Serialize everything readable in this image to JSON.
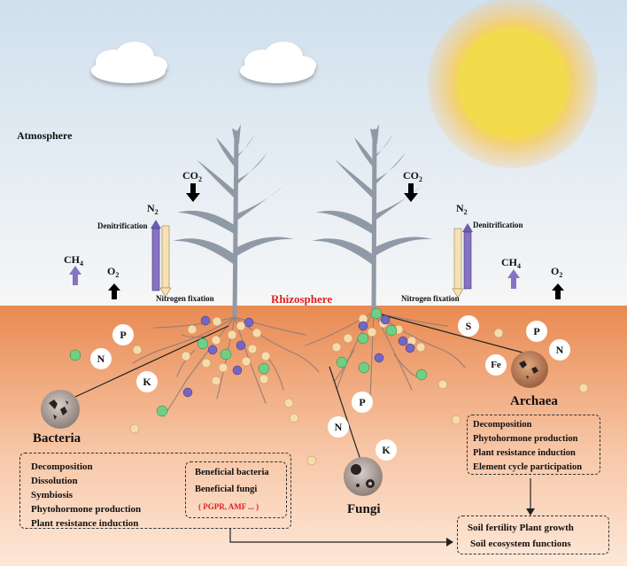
{
  "atmosphere_label": "Atmosphere",
  "rhizosphere_label": "Rhizosphere",
  "gases": {
    "co2_left": {
      "main": "CO",
      "sub": "2"
    },
    "co2_right": {
      "main": "CO",
      "sub": "2"
    },
    "n2_left": {
      "main": "N",
      "sub": "2"
    },
    "n2_right": {
      "main": "N",
      "sub": "2"
    },
    "ch4_left": {
      "main": "CH",
      "sub": "4"
    },
    "ch4_right": {
      "main": "CH",
      "sub": "4"
    },
    "o2_left": {
      "main": "O",
      "sub": "2"
    },
    "o2_right": {
      "main": "O",
      "sub": "2"
    }
  },
  "processes": {
    "denitrification_left": "Denitrification",
    "denitrification_right": "Denitrification",
    "fixation_left": "Nitrogen fixation",
    "fixation_right": "Nitrogen fixation"
  },
  "nutrients": {
    "p_left": "P",
    "n_left": "N",
    "k_left": "K",
    "p_mid": "P",
    "n_mid": "N",
    "k_mid": "K",
    "s_right": "S",
    "p_right": "P",
    "n_right": "N",
    "fe_right": "Fe"
  },
  "microbes": {
    "bacteria": "Bacteria",
    "fungi": "Fungi",
    "archaea": "Archaea"
  },
  "boxes": {
    "left_functions": [
      "Decomposition",
      "Dissolution",
      "Symbiosis",
      "Phytohormone production",
      "Plant resistance induction"
    ],
    "beneficial": {
      "line1": "Beneficial bacteria",
      "line2": "Beneficial fungi",
      "note": "( PGPR, AMF ... )"
    },
    "archaea_functions": [
      "Decomposition",
      "Phytohormone production",
      "Plant resistance induction",
      "Element cycle participation"
    ],
    "outcome": {
      "line1": "Soil fertility  Plant growth",
      "line2": "Soil ecosystem functions"
    }
  },
  "colors": {
    "sky_top": "#cfe0ee",
    "sky_bottom": "#f7f7f7",
    "soil_top": "#e98a52",
    "soil_bottom": "#fde8d8",
    "sun_core": "#f2dc4c",
    "sun_halo": "#f3c98a",
    "plant": "#8f9aa6",
    "arrow_purple": "#8872c4",
    "beige_dot": "#f6dcaa",
    "green_dot": "#6fcf84",
    "purple_dot": "#7466c4",
    "nutrient_red": "#e02020"
  }
}
